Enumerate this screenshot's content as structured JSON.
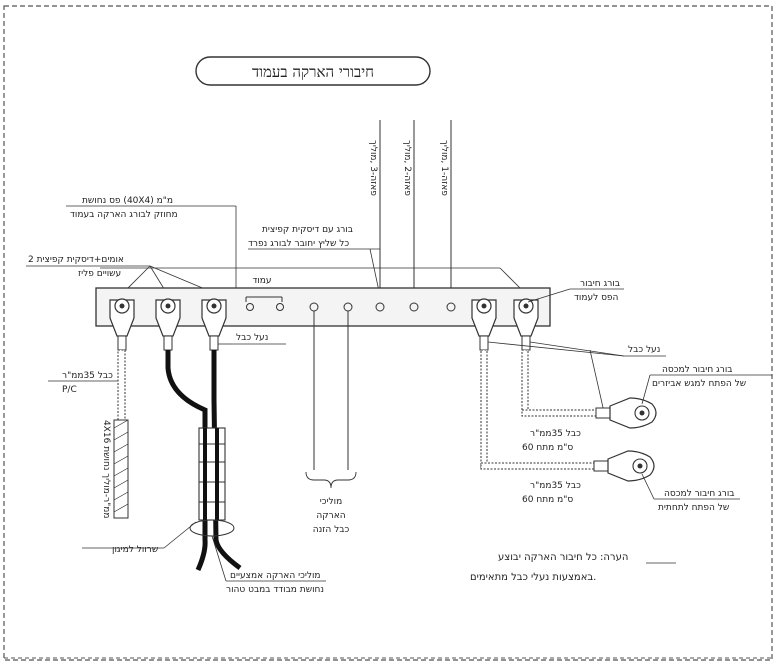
{
  "title": "חיבורי הארקה בעמוד",
  "colors": {
    "line": "#333333",
    "background": "#ffffff",
    "strip_fill": "#f4f4f4"
  },
  "labels": {
    "phase1": "פאזה-3 ,מוליך",
    "phase2": "פאזה-2 ,מוליך",
    "phase3": "פאזה-1 ,מוליך",
    "copper_strip_1": "פס נחושת (40X4) מ\"מ",
    "copper_strip_2": "מחוזק לבורג הארקה בעמוד",
    "bolt_washer_1": "בורג עם דיסקית קפיצית",
    "bolt_washer_2": "כל שליץ יחובר לבורג נפרד",
    "nuts_washer_1": "2 אומים+דיסקית קפיצית",
    "nuts_washer_2": "עשויים פליז",
    "pole": "עמוד",
    "cable_lug_left": "נעל כבל",
    "bolt_pole_1": "בורג חיבור",
    "bolt_pole_2": "הפס לעמוד",
    "cable_lug_right": "נעל כבל",
    "cable_pvc_1": "כבל 35ממ\"ר",
    "cable_pvc_2": "P/C",
    "vertical_cable": "4X16 ממ\"ר-מוליך נחושת",
    "connector_bolt_1": "בורג חיבור למכסה",
    "connector_bolt_2": "של הפתח למגש אביזרים",
    "cable_upper_1": "כבל 35ממ\"ר",
    "cable_upper_2": "60 ס\"מ מתח",
    "connector_bolt_3": "בורג חיבור למכסה",
    "connector_bolt_4": "של הפתח לתחתית",
    "cable_lower_1": "כבל 35ממ\"ר",
    "cable_lower_2": "60 ס\"מ מתח",
    "ground_conductors_1": "מוליכי",
    "ground_conductors_2": "הארקה",
    "ground_conductors_3": "כבל הזנה",
    "protection_sleeve": "שרוול למיגון",
    "ground_copper_1": "מוליכי הארקה אמצעיים",
    "ground_copper_2": "נחושת מבודד במבט טהור",
    "note_1": "הערה: כל חיבור הארקה יבוצע",
    "note_2": "באמצעות נעלי כבל מתאימים."
  }
}
